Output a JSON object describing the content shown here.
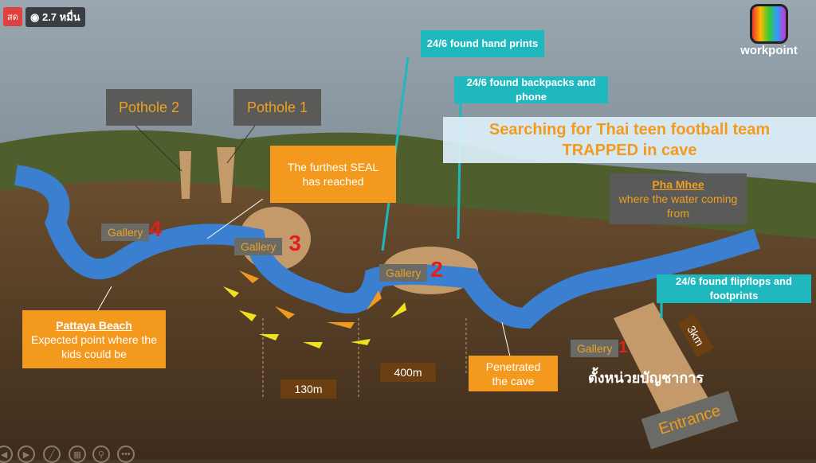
{
  "live_badge": "สด",
  "viewers": "2.7 หมื่น",
  "logo_text": "workpoint",
  "title_line1": "Searching for Thai teen football team",
  "title_line2": "TRAPPED in cave",
  "pothole2": "Pothole 2",
  "pothole1": "Pothole 1",
  "seal": "The furthest SEAL has reached",
  "found_hand": "24/6 found hand prints",
  "found_backpack": "24/6 found backpacks and phone",
  "pha_mhee_title": "Pha Mhee",
  "pha_mhee_desc": "where the water coming from",
  "found_flip": "24/6 found flipflops and footprints",
  "pattaya_title": "Pattaya Beach",
  "pattaya_desc": "Expected point where the kids could be",
  "penetrated": "Penetrated the cave",
  "galleries": [
    {
      "label": "Gallery",
      "num": "4"
    },
    {
      "label": "Gallery",
      "num": "3"
    },
    {
      "label": "Gallery",
      "num": "2"
    },
    {
      "label": "Gallery",
      "num": "1"
    }
  ],
  "dist_130": "130m",
  "dist_400": "400m",
  "dist_3km": "3km",
  "command_post": "ตั้งหน่วยบัญชาการ",
  "entrance": "Entrance",
  "colors": {
    "river": "#3a7fd0",
    "orange": "#f39a1e",
    "teal": "#1fb8bf"
  }
}
